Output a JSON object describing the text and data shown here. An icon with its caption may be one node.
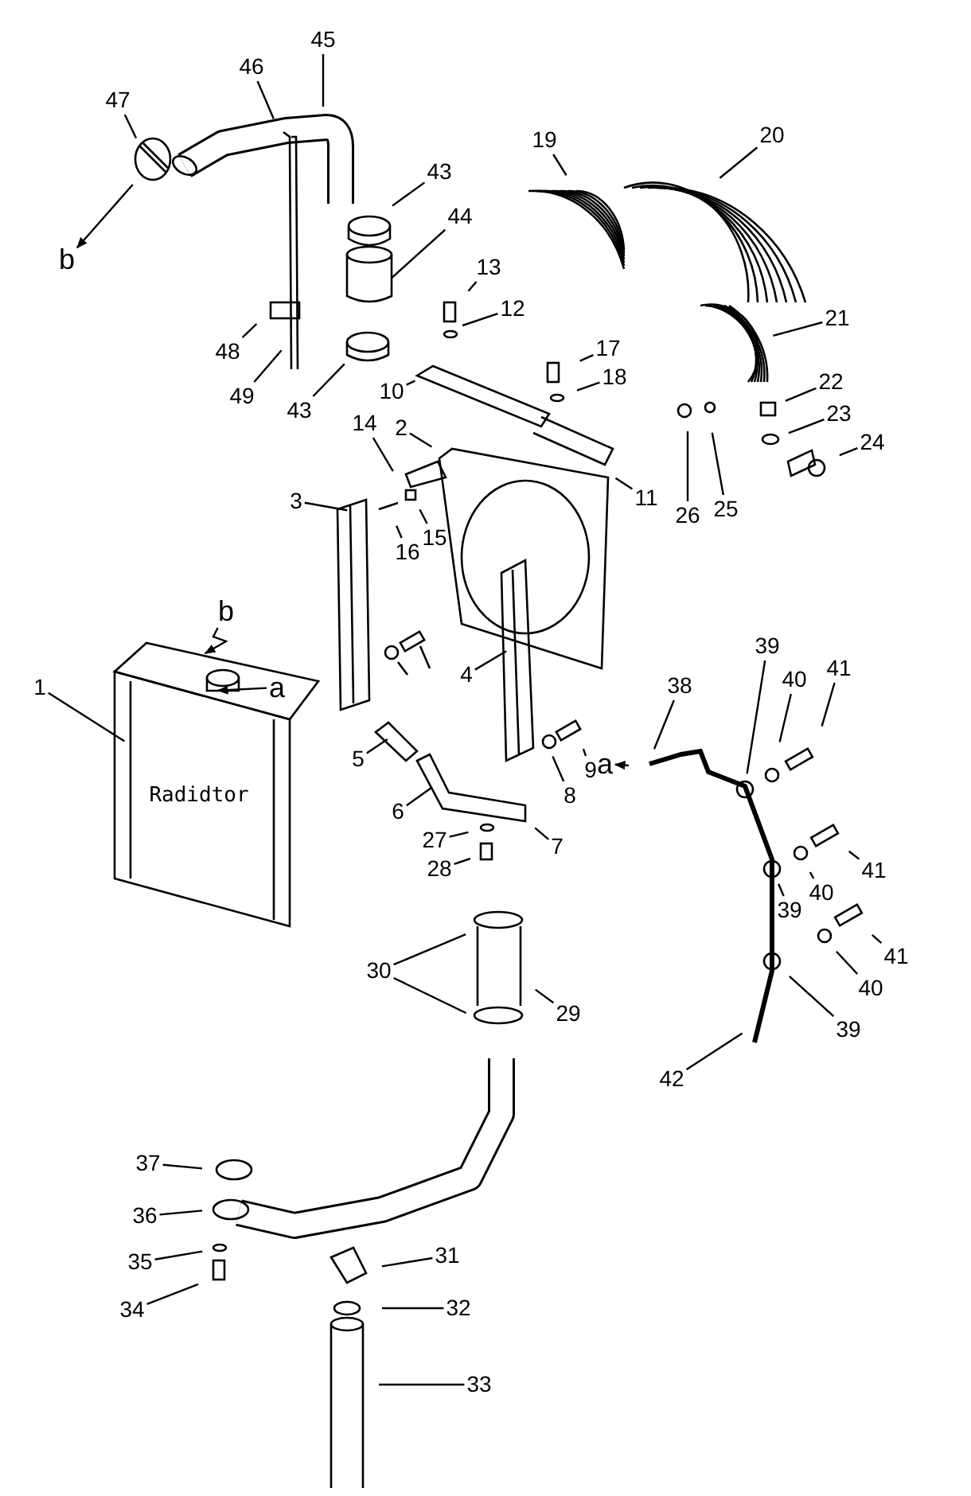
{
  "diagram": {
    "nodes": [
      {
        "text": [
          "45"
        ]
      },
      {
        "text": [
          "46"
        ]
      },
      {
        "text": [
          "47"
        ]
      },
      {
        "text": [
          "b"
        ]
      },
      {
        "text": [
          "43"
        ]
      },
      {
        "text": [
          "44"
        ]
      },
      {
        "text": [
          "13"
        ]
      },
      {
        "text": [
          "12"
        ]
      },
      {
        "text": [
          "19"
        ]
      },
      {
        "text": [
          "20"
        ]
      },
      {
        "text": [
          "48"
        ]
      },
      {
        "text": [
          "49"
        ]
      },
      {
        "text": [
          "43"
        ]
      },
      {
        "text": [
          "10"
        ]
      },
      {
        "text": [
          "17"
        ]
      },
      {
        "text": [
          "18"
        ]
      },
      {
        "text": [
          "21"
        ]
      },
      {
        "text": [
          "22"
        ]
      },
      {
        "text": [
          "23"
        ]
      },
      {
        "text": [
          "24"
        ]
      },
      {
        "text": [
          "14"
        ]
      },
      {
        "text": [
          "2"
        ]
      },
      {
        "text": [
          "11"
        ]
      },
      {
        "text": [
          "26"
        ]
      },
      {
        "text": [
          "25"
        ]
      },
      {
        "text": [
          "3"
        ]
      },
      {
        "text": [
          "15"
        ]
      },
      {
        "text": [
          "16"
        ]
      },
      {
        "text": [
          "b"
        ]
      },
      {
        "text": [
          "1"
        ]
      },
      {
        "text": [
          "a"
        ]
      },
      {
        "text": [
          "4"
        ]
      },
      {
        "text": [
          "39"
        ]
      },
      {
        "text": [
          "40"
        ]
      },
      {
        "text": [
          "41"
        ]
      },
      {
        "text": [
          "38"
        ]
      },
      {
        "text": [
          "5"
        ]
      },
      {
        "text": [
          "8"
        ]
      },
      {
        "text": [
          "9"
        ]
      },
      {
        "text": [
          "a"
        ]
      },
      {
        "text": [
          "6"
        ]
      },
      {
        "text": [
          "7"
        ]
      },
      {
        "text": [
          "27"
        ]
      },
      {
        "text": [
          "28"
        ]
      },
      {
        "text": [
          "41"
        ]
      },
      {
        "text": [
          "40"
        ]
      },
      {
        "text": [
          "39"
        ]
      },
      {
        "text": [
          "41"
        ]
      },
      {
        "text": [
          "40"
        ]
      },
      {
        "text": [
          "39"
        ]
      },
      {
        "text": [
          "30"
        ]
      },
      {
        "text": [
          "29"
        ]
      },
      {
        "text": [
          "42"
        ]
      },
      {
        "text": [
          "37"
        ]
      },
      {
        "text": [
          "36"
        ]
      },
      {
        "text": [
          "31"
        ]
      },
      {
        "text": [
          "35"
        ]
      },
      {
        "text": [
          "32"
        ]
      },
      {
        "text": [
          "34"
        ]
      },
      {
        "text": [
          "33"
        ]
      }
    ],
    "edges": [
      {
        "from": 0,
        "to": null,
        "arrow": "none"
      },
      {
        "from": 1,
        "to": null,
        "arrow": "none"
      },
      {
        "from": 2,
        "to": null,
        "arrow": "none"
      },
      {
        "from": null,
        "to": 3,
        "arrow": "to"
      },
      {
        "from": 4,
        "to": null,
        "arrow": "none"
      },
      {
        "from": 5,
        "to": null,
        "arrow": "none"
      },
      {
        "from": 6,
        "to": null,
        "arrow": "none"
      },
      {
        "from": 7,
        "to": null,
        "arrow": "none"
      },
      {
        "from": 8,
        "to": null,
        "arrow": "none"
      },
      {
        "from": 9,
        "to": null,
        "arrow": "none"
      },
      {
        "from": 10,
        "to": null,
        "arrow": "none"
      },
      {
        "from": 11,
        "to": null,
        "arrow": "none"
      },
      {
        "from": 12,
        "to": null,
        "arrow": "none"
      },
      {
        "from": 13,
        "to": null,
        "arrow": "none"
      },
      {
        "from": 14,
        "to": null,
        "arrow": "none"
      },
      {
        "from": 15,
        "to": null,
        "arrow": "none"
      },
      {
        "from": 16,
        "to": null,
        "arrow": "none"
      },
      {
        "from": 17,
        "to": null,
        "arrow": "none"
      },
      {
        "from": 18,
        "to": null,
        "arrow": "none"
      },
      {
        "from": 19,
        "to": null,
        "arrow": "none"
      },
      {
        "from": 20,
        "to": null,
        "arrow": "none"
      },
      {
        "from": 21,
        "to": null,
        "arrow": "none"
      },
      {
        "from": 22,
        "to": null,
        "arrow": "none"
      },
      {
        "from": 23,
        "to": null,
        "arrow": "none"
      },
      {
        "from": 24,
        "to": null,
        "arrow": "none"
      },
      {
        "from": 25,
        "to": null,
        "arrow": "none"
      },
      {
        "from": 26,
        "to": null,
        "arrow": "none"
      },
      {
        "from": 27,
        "to": null,
        "arrow": "none"
      },
      {
        "from": 28,
        "to": null,
        "arrow": "to"
      },
      {
        "from": 29,
        "to": null,
        "arrow": "none"
      },
      {
        "from": 30,
        "to": null,
        "arrow": "to"
      },
      {
        "from": 31,
        "to": null,
        "arrow": "none"
      },
      {
        "from": 32,
        "to": null,
        "arrow": "none"
      },
      {
        "from": 33,
        "to": null,
        "arrow": "none"
      },
      {
        "from": 34,
        "to": null,
        "arrow": "none"
      },
      {
        "from": 35,
        "to": null,
        "arrow": "none"
      },
      {
        "from": 36,
        "to": null,
        "arrow": "none"
      },
      {
        "from": 37,
        "to": null,
        "arrow": "none"
      },
      {
        "from": 38,
        "to": null,
        "arrow": "none"
      },
      {
        "from": null,
        "to": 39,
        "arrow": "to"
      },
      {
        "from": 40,
        "to": null,
        "arrow": "none"
      },
      {
        "from": 41,
        "to": null,
        "arrow": "none"
      },
      {
        "from": 42,
        "to": null,
        "arrow": "none"
      },
      {
        "from": 43,
        "to": null,
        "arrow": "none"
      },
      {
        "from": 44,
        "to": null,
        "arrow": "none"
      },
      {
        "from": 45,
        "to": null,
        "arrow": "none"
      },
      {
        "from": 46,
        "to": null,
        "arrow": "none"
      },
      {
        "from": 47,
        "to": null,
        "arrow": "none"
      },
      {
        "from": 48,
        "to": null,
        "arrow": "none"
      },
      {
        "from": 49,
        "to": null,
        "arrow": "none"
      },
      {
        "from": 50,
        "to": null,
        "arrow": "none"
      },
      {
        "from": 50,
        "to": null,
        "arrow": "none"
      },
      {
        "from": 51,
        "to": null,
        "arrow": "none"
      },
      {
        "from": 52,
        "to": null,
        "arrow": "none"
      },
      {
        "from": 53,
        "to": null,
        "arrow": "none"
      },
      {
        "from": 54,
        "to": null,
        "arrow": "none"
      },
      {
        "from": 55,
        "to": null,
        "arrow": "none"
      },
      {
        "from": 56,
        "to": null,
        "arrow": "none"
      },
      {
        "from": 57,
        "to": null,
        "arrow": "none"
      },
      {
        "from": 58,
        "to": null,
        "arrow": "none"
      },
      {
        "from": 59,
        "to": null,
        "arrow": "none"
      }
    ],
    "labels": [
      "Radidtor"
    ]
  }
}
